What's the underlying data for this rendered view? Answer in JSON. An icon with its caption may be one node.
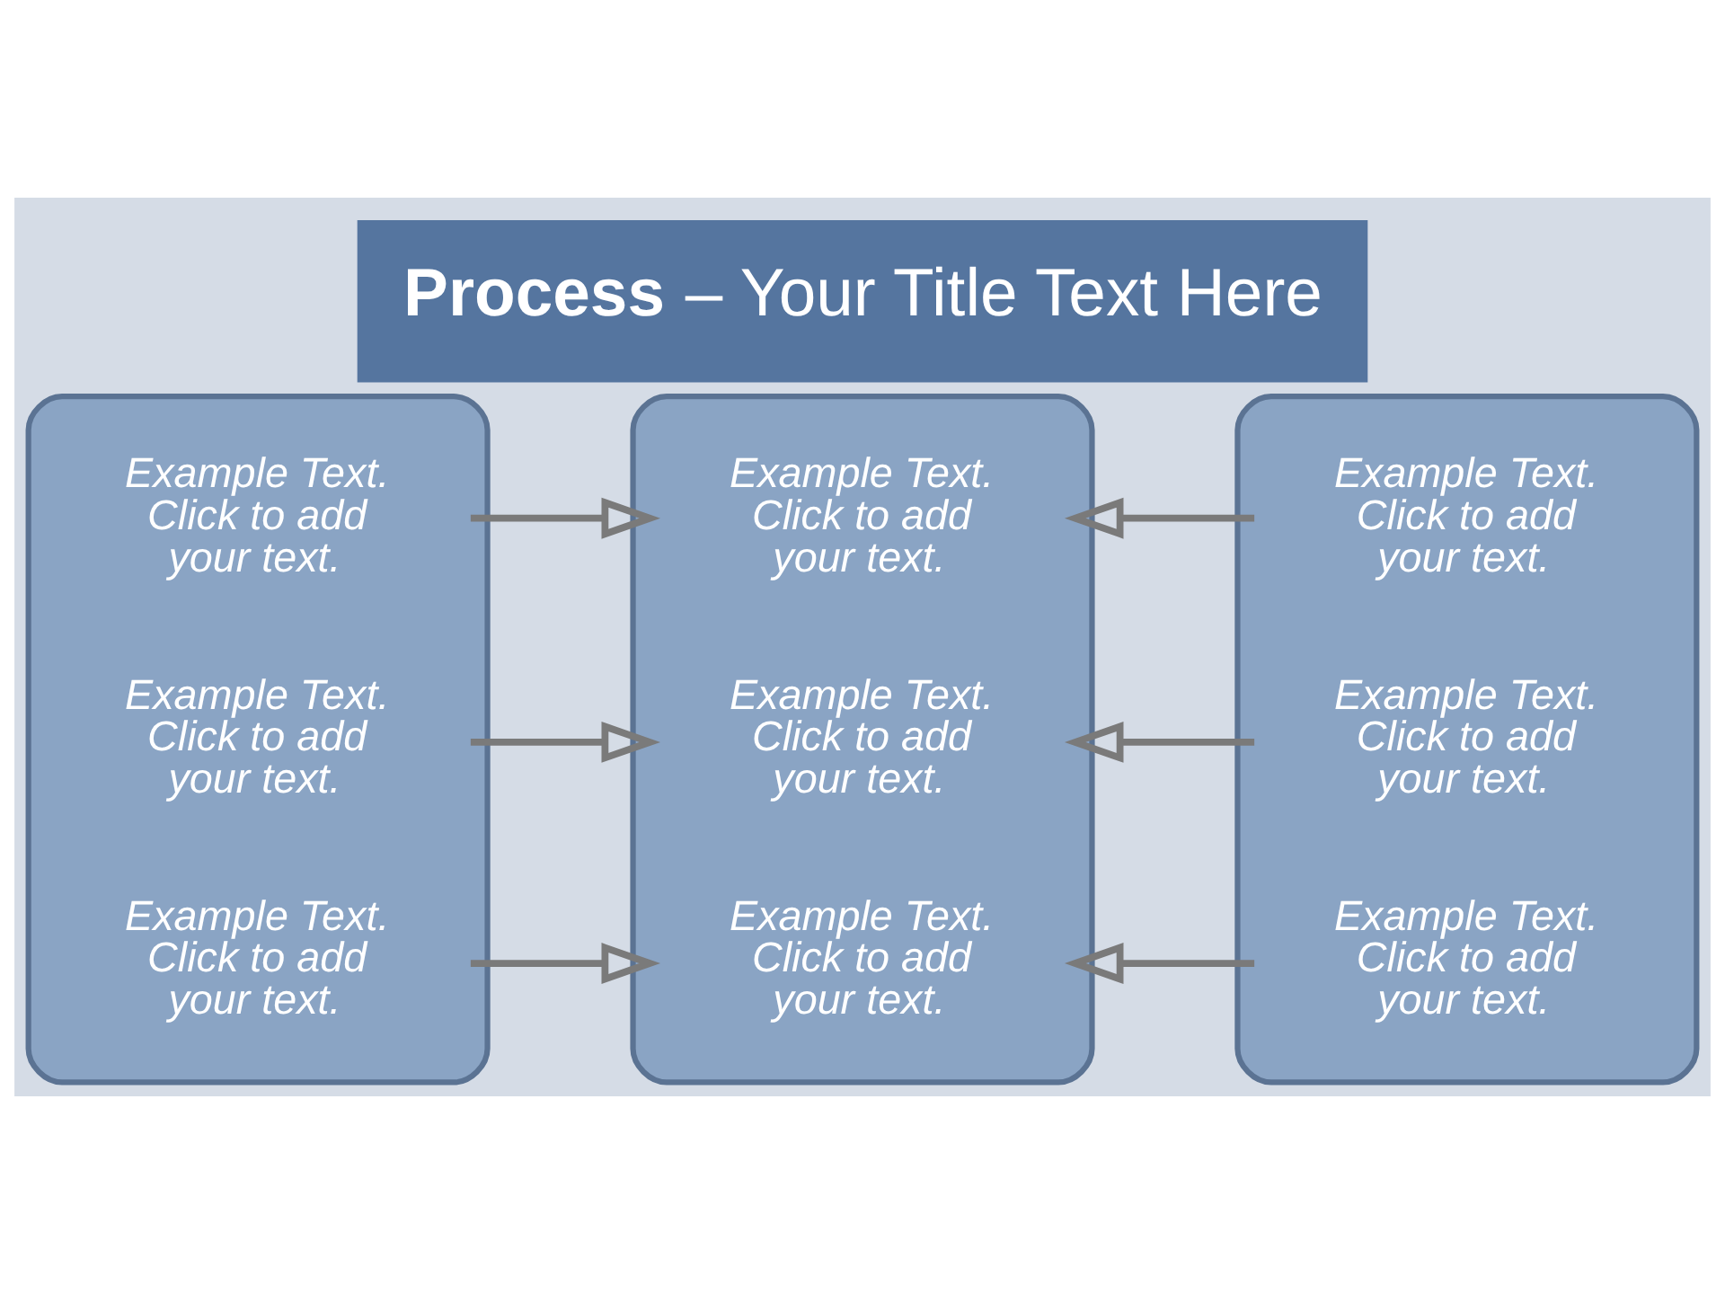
{
  "diagram": {
    "title": "**Process** – Your Title Text Here",
    "nodes": [
      {
        "text": [
          "Example Text. Click to add your text.",
          "Example Text. Click to add your text.",
          "Example Text. Click to add your text."
        ]
      },
      {
        "text": [
          "Example Text. Click to add your text.",
          "Example Text. Click to add your text.",
          "Example Text. Click to add your text."
        ]
      },
      {
        "text": [
          "Example Text. Click to add your text.",
          "Example Text. Click to add your text.",
          "Example Text. Click to add your text."
        ]
      }
    ],
    "edges": [
      {
        "from": 0,
        "to": 1,
        "arrow": "to"
      },
      {
        "from": 0,
        "to": 1,
        "arrow": "to"
      },
      {
        "from": 0,
        "to": 1,
        "arrow": "to"
      },
      {
        "from": 2,
        "to": 1,
        "arrow": "to"
      },
      {
        "from": 2,
        "to": 1,
        "arrow": "to"
      },
      {
        "from": 2,
        "to": 1,
        "arrow": "to"
      }
    ]
  }
}
